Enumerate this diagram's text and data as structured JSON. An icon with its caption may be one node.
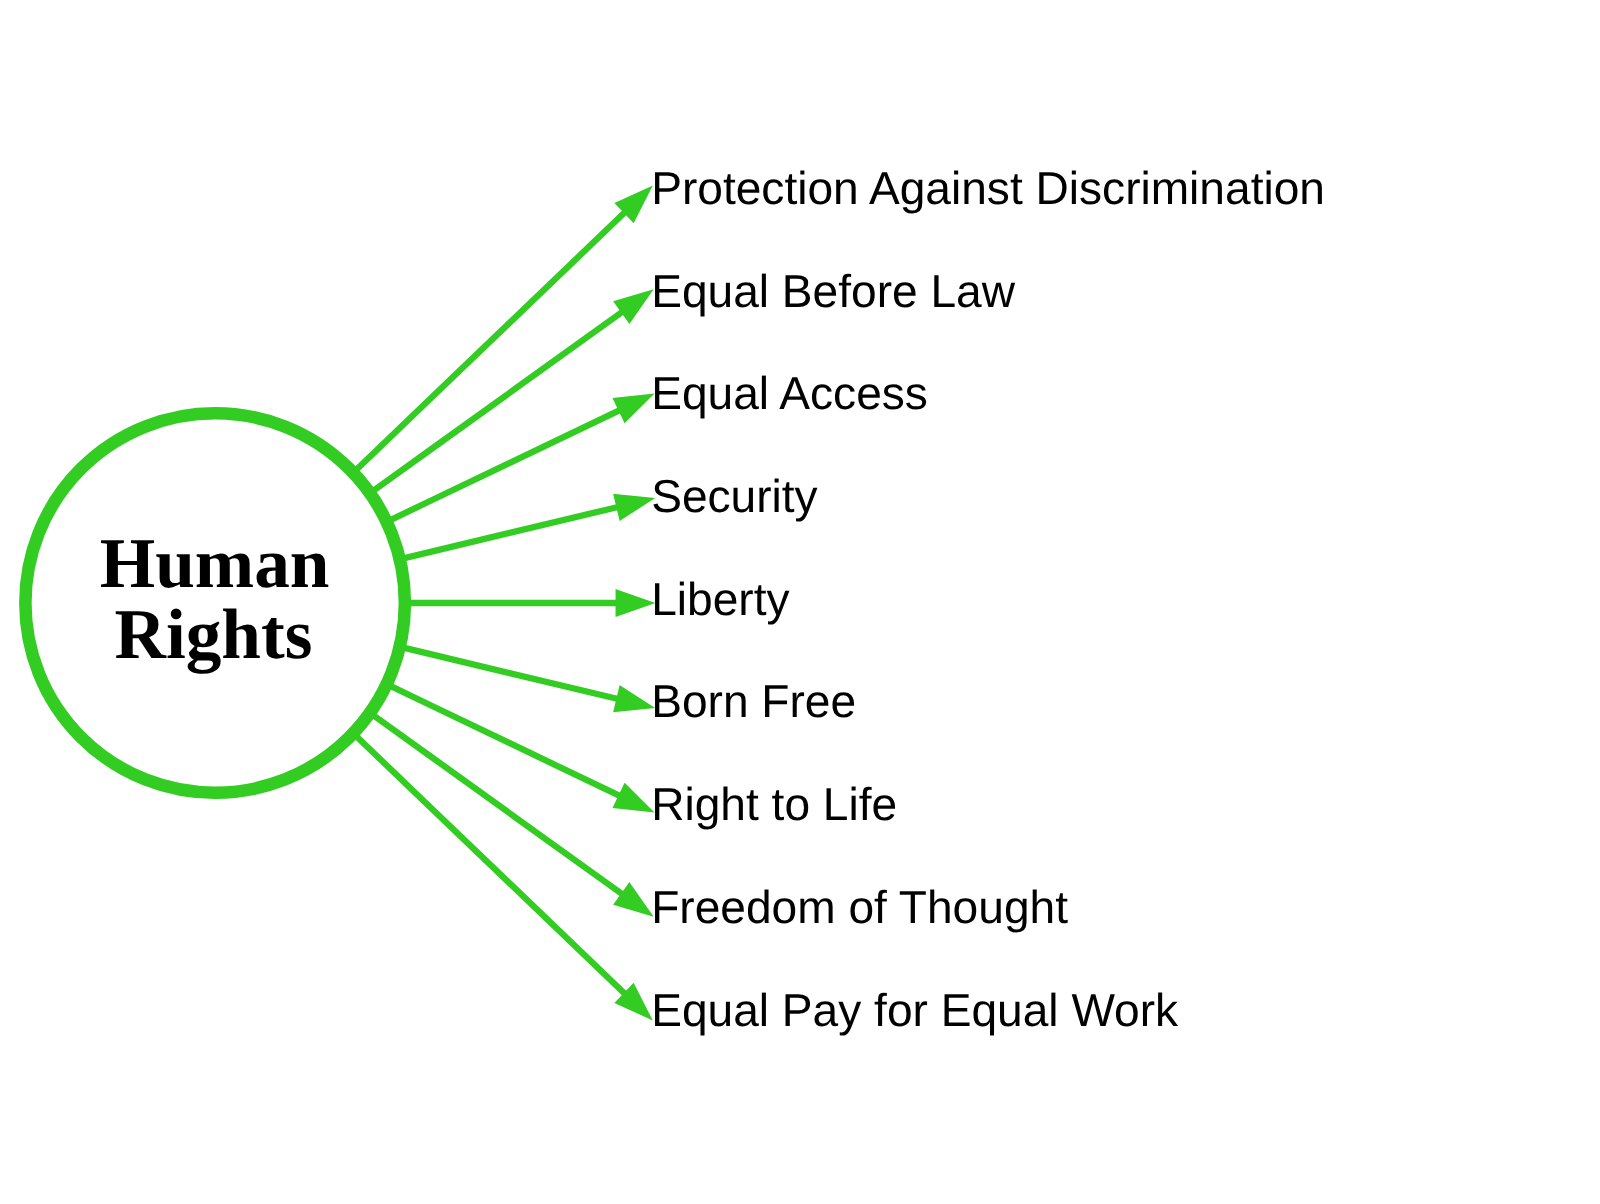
{
  "diagram": {
    "nodes": [
      {
        "text": [
          "Human Rights"
        ]
      },
      {
        "text": [
          "Protection Against Discrimination"
        ]
      },
      {
        "text": [
          "Equal Before Law"
        ]
      },
      {
        "text": [
          "Equal Access"
        ]
      },
      {
        "text": [
          "Security"
        ]
      },
      {
        "text": [
          "Liberty"
        ]
      },
      {
        "text": [
          "Born Free"
        ]
      },
      {
        "text": [
          "Right to Life"
        ]
      },
      {
        "text": [
          "Freedom of Thought"
        ]
      },
      {
        "text": [
          "Equal Pay for Equal Work"
        ]
      }
    ],
    "edges": [
      {
        "from": 0,
        "to": 1,
        "arrow": "to"
      },
      {
        "from": 0,
        "to": 2,
        "arrow": "to"
      },
      {
        "from": 0,
        "to": 3,
        "arrow": "to"
      },
      {
        "from": 0,
        "to": 4,
        "arrow": "to"
      },
      {
        "from": 0,
        "to": 5,
        "arrow": "to"
      },
      {
        "from": 0,
        "to": 6,
        "arrow": "to"
      },
      {
        "from": 0,
        "to": 7,
        "arrow": "to"
      },
      {
        "from": 0,
        "to": 8,
        "arrow": "to"
      },
      {
        "from": 0,
        "to": 9,
        "arrow": "to"
      }
    ]
  }
}
